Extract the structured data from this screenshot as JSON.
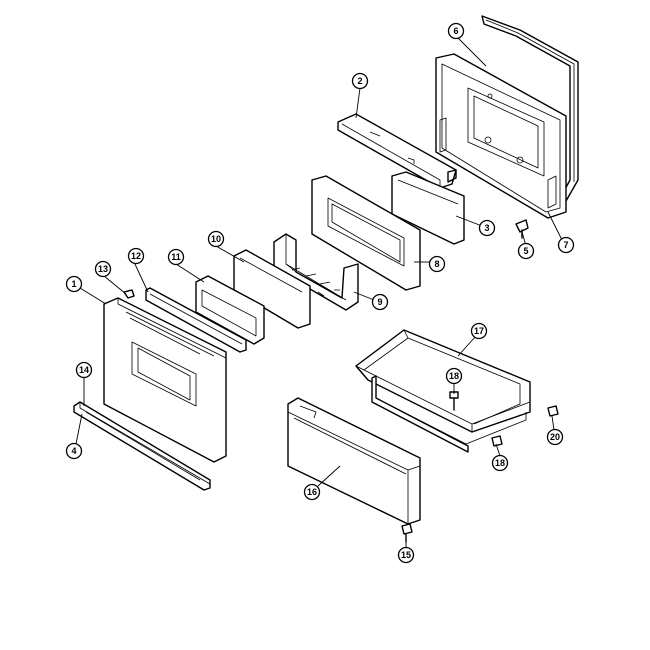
{
  "callouts": {
    "c1": "1",
    "c2": "2",
    "c3": "3",
    "c4": "4",
    "c5": "5",
    "c6": "6",
    "c7": "7",
    "c8": "8",
    "c9": "9",
    "c10": "10",
    "c11": "11",
    "c12": "12",
    "c13": "13",
    "c14": "14",
    "c15": "15",
    "c16": "16",
    "c17": "17",
    "c18a": "18",
    "c18b": "18",
    "c20": "20"
  }
}
